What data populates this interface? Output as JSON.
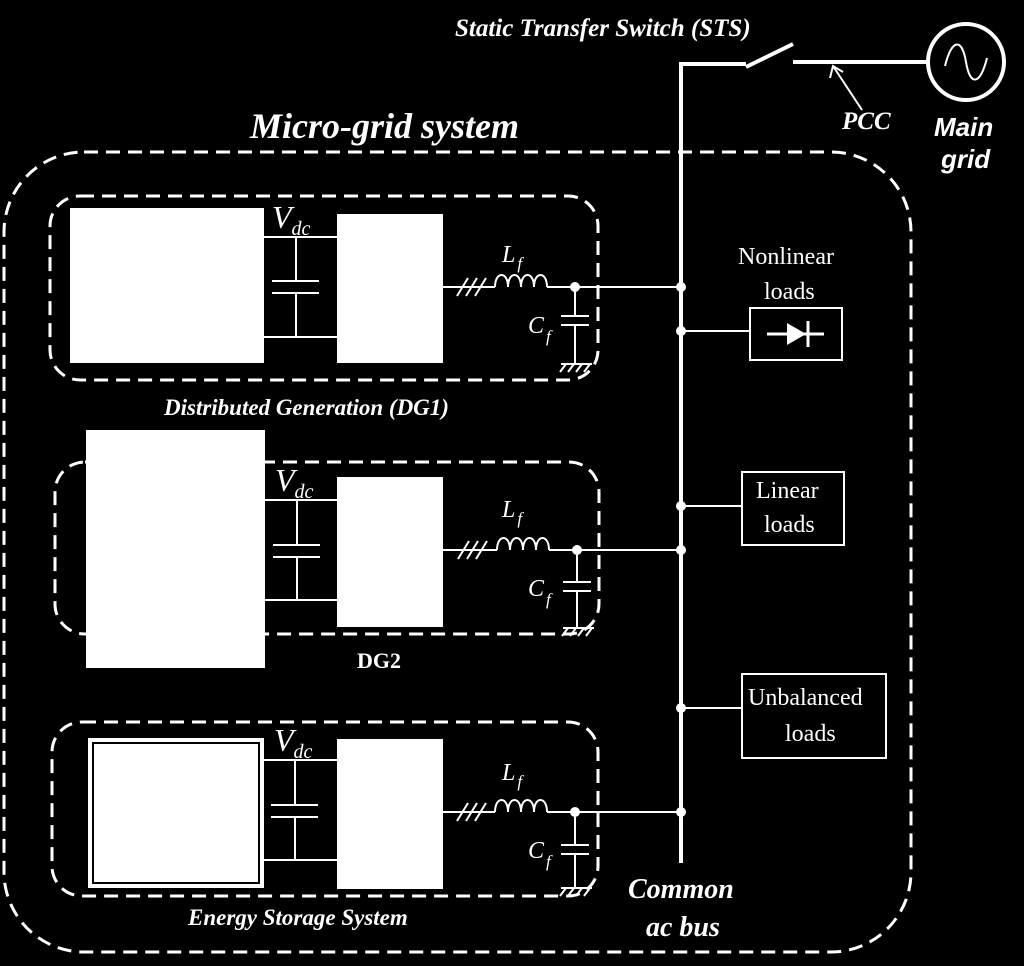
{
  "labels": {
    "sts": "Static Transfer Switch (STS)",
    "pcc": "PCC",
    "main_grid_1": "Main",
    "main_grid_2": "grid",
    "microgrid": "Micro-grid system",
    "dg1": "Distributed Generation (DG1)",
    "dg2": "DG2",
    "ess": "Energy Storage System",
    "bus_1": "Common",
    "bus_2": "ac bus",
    "nonlinear_1": "Nonlinear",
    "nonlinear_2": "loads",
    "linear_1": "Linear",
    "linear_2": "loads",
    "unbalanced_1": "Unbalanced",
    "unbalanced_2": "loads"
  },
  "symbols": {
    "V": "V",
    "dc": "dc",
    "L": "L",
    "C": "C",
    "f": "f"
  }
}
